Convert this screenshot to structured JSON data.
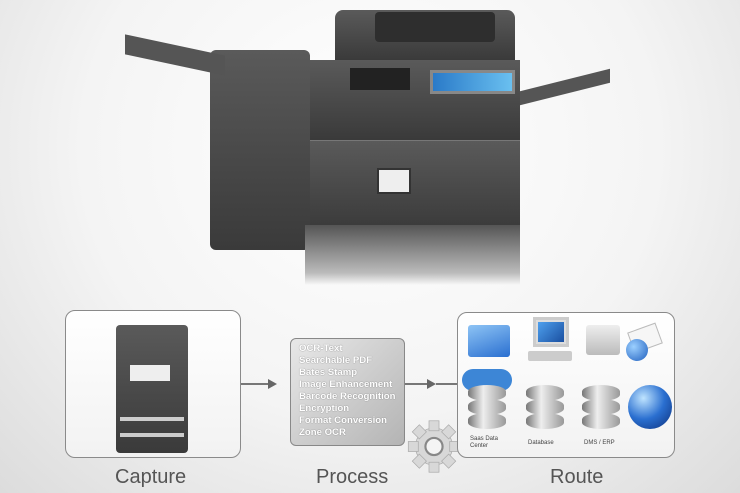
{
  "diagram": {
    "stages": [
      {
        "label": "Capture"
      },
      {
        "label": "Process"
      },
      {
        "label": "Route"
      }
    ],
    "process_items": [
      "OCR-Text",
      "Searchable PDF",
      "Bates Stamp",
      "Image Enhancement",
      "Barcode Recognition",
      "Encryption",
      "Format Conversion",
      "Zone OCR"
    ],
    "route_icons": [
      "folder-icon",
      "computer-icon",
      "fax-icon",
      "email-icon",
      "cloud-database-icon",
      "database-icon",
      "dms-erp-icon",
      "globe-icon"
    ],
    "route_labels": {
      "saas": "Saas Data Center",
      "database": "Database",
      "dms": "DMS / ERP"
    },
    "colors": {
      "arrow": "#666666",
      "box_border": "#8a8a8a",
      "accent_blue": "#2a6fd0"
    }
  }
}
